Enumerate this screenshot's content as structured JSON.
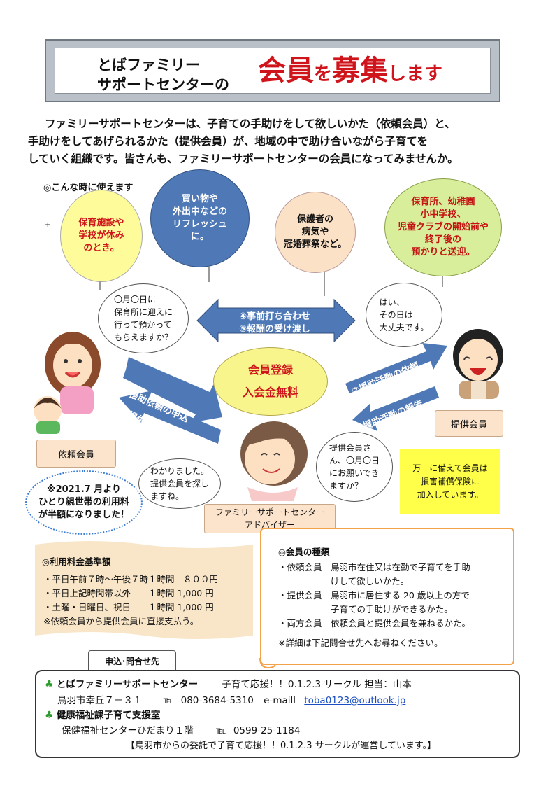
{
  "title": {
    "line1": "とばファミリー",
    "line2": "サポートセンターの",
    "main_1": "会員",
    "main_2": "を",
    "main_3": "募集",
    "main_4": "します"
  },
  "intro": [
    "ファミリーサポートセンターは、子育ての手助けをして欲しいかた（依頼会員）と、",
    "手助けをしてあげられるかた（提供会員）が、地域の中で助け合いながら子育てを",
    "していく組織です。皆さんも、ファミリーサポートセンターの会員になってみませんか。"
  ],
  "usage_label": "◎こんな時に使えます",
  "balloons": [
    [
      "保育施設や",
      "学校が休み",
      "のとき。"
    ],
    [
      "買い物や",
      "外出中などの",
      "リフレッシュ",
      "に。"
    ],
    [
      "保護者の",
      "病気や",
      "冠婚葬祭など。"
    ],
    [
      "保育所、幼稚園",
      "小中学校、",
      "児童クラブの開始前や",
      "終了後の",
      "預かりと送迎。"
    ]
  ],
  "speech": {
    "requester": [
      "〇月〇日に",
      "保育所に迎えに",
      "行って預かって",
      "もらえますか？"
    ],
    "provider": [
      "はい、",
      "その日は",
      "大丈夫です。"
    ],
    "advisor_left": [
      "わかりました。",
      "提供会員を探し",
      "ますね。"
    ],
    "advisor_right": [
      "提供会員さ",
      "ん、〇月〇日",
      "にお願いでき",
      "ますか？"
    ]
  },
  "center": {
    "line1": "会員登録",
    "line2": "入会金無料"
  },
  "arrows": {
    "top_1": "④事前打ち合わせ",
    "top_2": "⑤報酬の受け渡し",
    "a1": "①援助依頼の申込",
    "a3": "③提供会員の紹介",
    "a2": "②援助活動の依頼",
    "a6": "⑥援助活動の報告"
  },
  "tags": {
    "requester": "依頼会員",
    "provider": "提供会員",
    "advisor_1": "ファミリーサポートセンター",
    "advisor_2": "アドバイザー"
  },
  "insurance": [
    "万一に備えて会員は",
    "損害補償保険に",
    "加入しています。"
  ],
  "single_parent": [
    "※2021.7 月より",
    "ひとり親世帯の利用料",
    "が半額になりました！"
  ],
  "fees": {
    "title": "◎利用料金基準額",
    "lines": [
      "・平日午前７時～午後７時１時間　８００円",
      "・平日上記時間帯以外　　１時間 1,000 円",
      "・土曜・日曜日、祝日　　１時間 1,000 円",
      "※依頼会員から提供会員に直接支払う。"
    ]
  },
  "members": {
    "title": "◎会員の種類",
    "lines": [
      "・依頼会員　鳥羽市在住又は在勤で子育てを手助",
      "　　　　　　けして欲しいかた。",
      "・提供会員　鳥羽市に居住する 20 歳以上の方で",
      "　　　　　　子育ての手助けができるかた。",
      "・両方会員　依頼会員と提供会員を兼ねるかた。",
      "",
      "※詳細は下記問合せ先へお尋ねください。"
    ]
  },
  "contact": {
    "tab": "申込･問合せ先",
    "org1": "とばファミリーサポートセンター",
    "org1_note": "子育て応援！！0.1.2.3 サークル 担当：山本",
    "address": "鳥羽市幸丘７－３１",
    "tel_label": "℡",
    "tel1": "080-3684-5310",
    "email_label": "e-maill",
    "email": "toba0123@outlook.jp",
    "org2": "健康福祉課子育て支援室",
    "org2_place": "保健福祉センターひだまり１階",
    "tel2": "0599-25-1184",
    "footer": "【鳥羽市からの委託で子育て応援！！0.1.2.3 サークルが運営しています。】"
  },
  "colors": {
    "red": "#d0141b",
    "blue_arrow": "#4e78b6",
    "yellow": "#fdfb9a",
    "orange": "#f3a24a"
  }
}
